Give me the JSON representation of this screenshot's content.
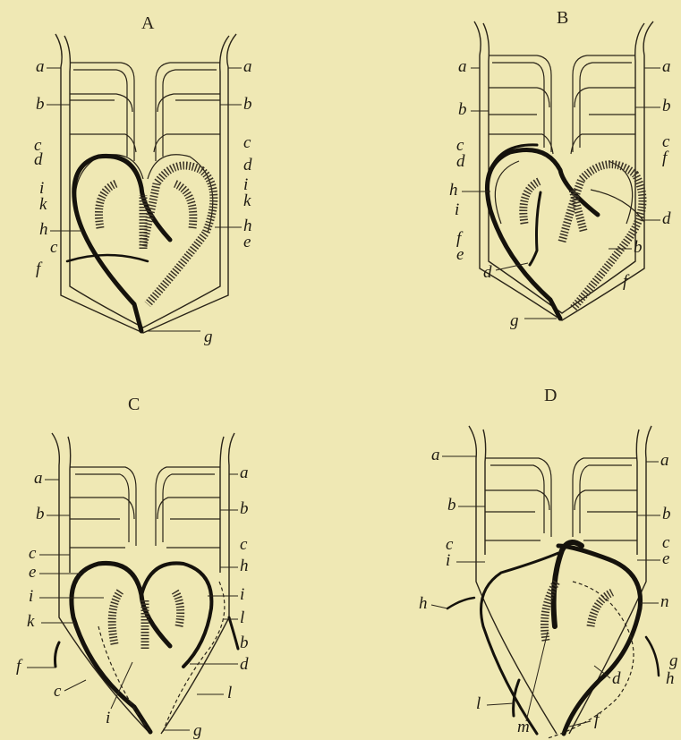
{
  "panels": [
    {
      "id": "A",
      "title": "A",
      "labels_left": [
        "a",
        "b",
        "c",
        "d",
        "i",
        "k",
        "h",
        "c",
        "f"
      ],
      "labels_right": [
        "a",
        "b",
        "c",
        "d",
        "i",
        "k",
        "h",
        "e"
      ],
      "labels_bottom": [
        "g"
      ]
    },
    {
      "id": "B",
      "title": "B",
      "labels_left": [
        "a",
        "b",
        "c",
        "d",
        "h",
        "i",
        "f",
        "e",
        "d"
      ],
      "labels_right": [
        "a",
        "b",
        "c",
        "f",
        "d",
        "b",
        "f"
      ],
      "labels_bottom": [
        "g"
      ]
    },
    {
      "id": "C",
      "title": "C",
      "labels_left": [
        "a",
        "b",
        "c",
        "e",
        "i",
        "k",
        "f",
        "c"
      ],
      "labels_right": [
        "a",
        "b",
        "c",
        "h",
        "i",
        "l",
        "b",
        "d",
        "l"
      ],
      "labels_bottom": [
        "i",
        "g"
      ]
    },
    {
      "id": "D",
      "title": "D",
      "labels_left": [
        "a",
        "b",
        "c",
        "i",
        "h",
        "l"
      ],
      "labels_right": [
        "a",
        "b",
        "c",
        "e",
        "n",
        "g",
        "h",
        "d",
        "f"
      ],
      "labels_bottom": [
        "m"
      ]
    }
  ]
}
